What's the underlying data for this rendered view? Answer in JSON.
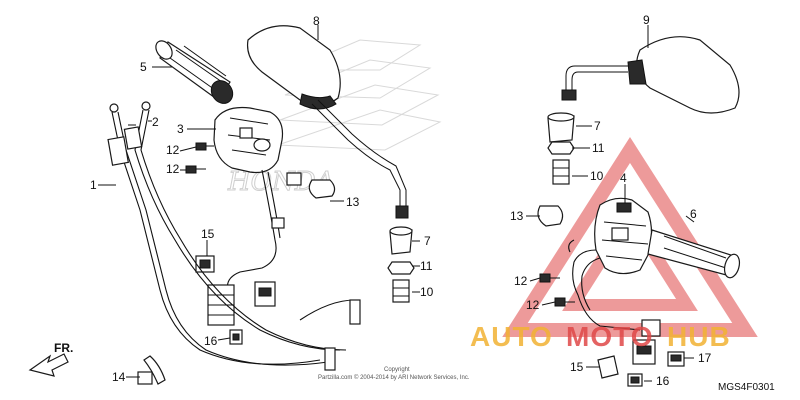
{
  "callouts": {
    "c1": "1",
    "c2": "2",
    "c3": "3",
    "c5": "5",
    "c8": "8",
    "c9": "9",
    "c7a": "7",
    "c7b": "7",
    "c11a": "11",
    "c11b": "11",
    "c10a": "10",
    "c10b": "10",
    "c12a": "12",
    "c12b": "12",
    "c12c": "12",
    "c12d": "12",
    "c13a": "13",
    "c13b": "13",
    "c15a": "15",
    "c15b": "15",
    "c16a": "16",
    "c16b": "16",
    "c14": "14",
    "c4": "4",
    "c6": "6",
    "c17": "17"
  },
  "direction_label": "FR.",
  "diagram_code": "MGS4F0301",
  "copyright": {
    "line1": "Copyright",
    "line2": "Partzilla.com © 2004-2014 by ARI Network Services, Inc."
  },
  "background_logo": "HONDA",
  "watermark": {
    "part1": "AUTO",
    "part2": "MOTO",
    "part3": "HUB",
    "color_orange": "#f2b233",
    "color_red": "#e04848"
  }
}
